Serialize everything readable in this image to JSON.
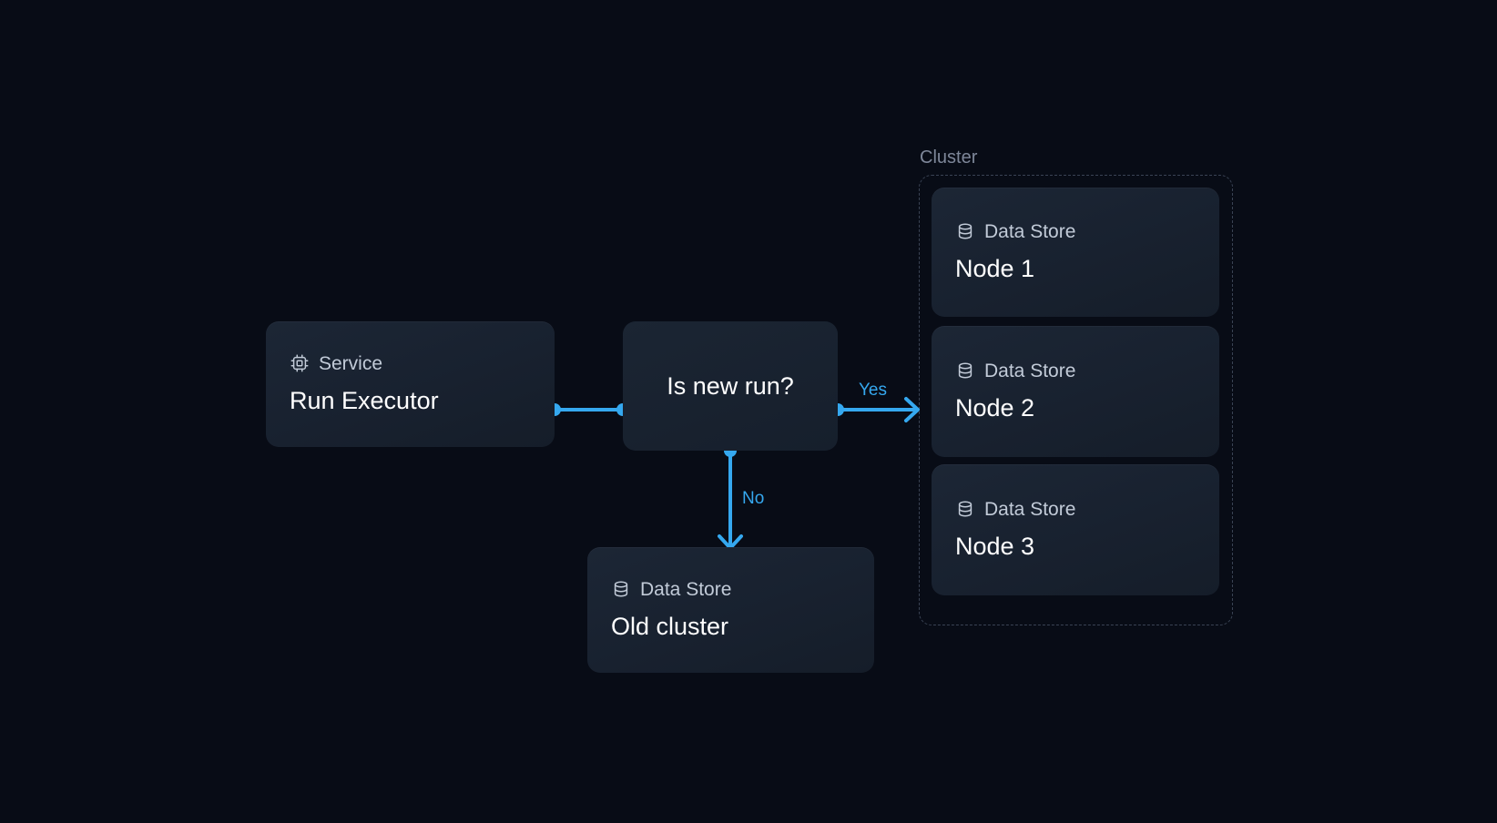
{
  "theme": {
    "background": "#080c16",
    "card_bg": "#1a2331",
    "accent": "#35a8ef",
    "title_color": "#ffffff",
    "kind_color": "#c2cbd8",
    "group_border": "#3a4354",
    "group_label_color": "#7e8799"
  },
  "diagram": {
    "nodes": [
      {
        "id": "run-executor",
        "kind": "Service",
        "icon": "cpu-chip-icon",
        "title": "Run Executor"
      },
      {
        "id": "is-new-run",
        "label": "Is new run?"
      },
      {
        "id": "old-cluster",
        "kind": "Data Store",
        "icon": "database-icon",
        "title": "Old cluster"
      },
      {
        "id": "node-1",
        "kind": "Data Store",
        "icon": "database-icon",
        "title": "Node 1"
      },
      {
        "id": "node-2",
        "kind": "Data Store",
        "icon": "database-icon",
        "title": "Node 2"
      },
      {
        "id": "node-3",
        "kind": "Data Store",
        "icon": "database-icon",
        "title": "Node 3"
      }
    ],
    "groups": [
      {
        "id": "cluster",
        "label": "Cluster",
        "style": "dashed"
      }
    ],
    "edges": [
      {
        "id": "executor-to-decision",
        "from": "run-executor",
        "to": "is-new-run",
        "label": "",
        "arrow": false
      },
      {
        "id": "decision-yes",
        "from": "is-new-run",
        "to": "cluster",
        "label": "Yes",
        "arrow": true
      },
      {
        "id": "decision-no",
        "from": "is-new-run",
        "to": "old-cluster",
        "label": "No",
        "arrow": true
      }
    ]
  }
}
